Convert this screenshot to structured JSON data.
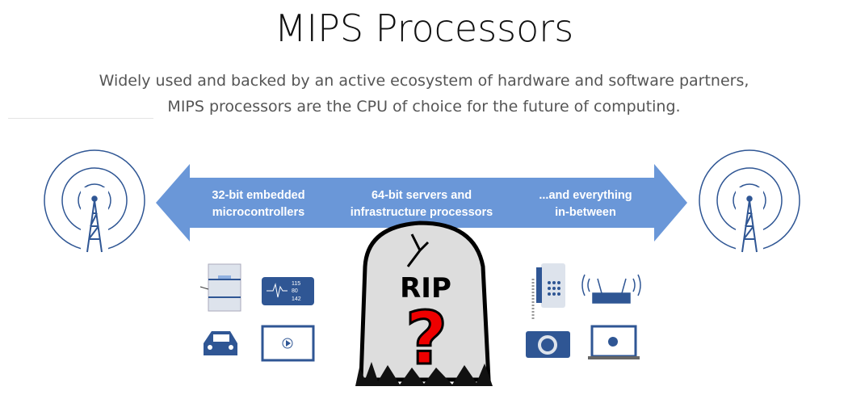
{
  "header": {
    "title": "MIPS Processors",
    "subtitle_line1": "Widely used and backed by an active ecosystem of hardware and software partners,",
    "subtitle_line2": "MIPS processors are the CPU of choice for the future of computing."
  },
  "arrow": {
    "color": "#6a97d8",
    "segments": [
      {
        "line1": "32-bit embedded",
        "line2": "microcontrollers"
      },
      {
        "line1": "64-bit servers and",
        "line2": "infrastructure processors"
      },
      {
        "line1": "...and everything",
        "line2": "in-between"
      }
    ]
  },
  "icons": {
    "color": "#2f5694",
    "monitor_values": [
      "115",
      "80",
      "142"
    ]
  },
  "tombstone": {
    "text": "RIP",
    "mark": "?"
  }
}
